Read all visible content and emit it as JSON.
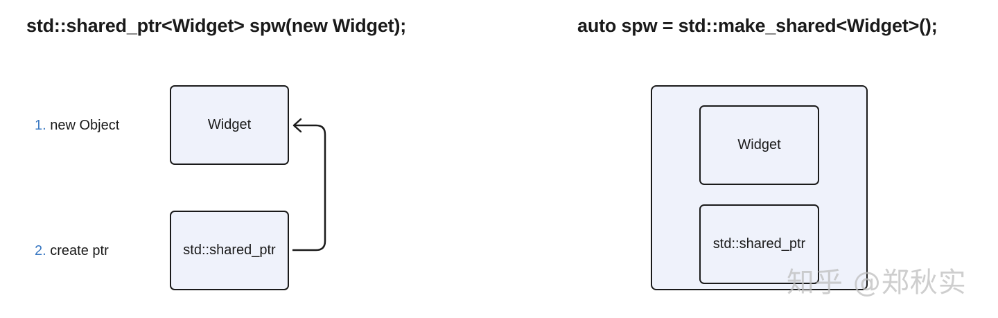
{
  "left_panel": {
    "title": "std::shared_ptr<Widget> spw(new Widget);",
    "steps": [
      {
        "num": "1.",
        "label": "new Object"
      },
      {
        "num": "2.",
        "label": "create ptr"
      }
    ],
    "boxes": {
      "widget": "Widget",
      "shared_ptr": "std::shared_ptr"
    }
  },
  "right_panel": {
    "title": "auto spw = std::make_shared<Widget>();",
    "boxes": {
      "widget": "Widget",
      "shared_ptr": "std::shared_ptr"
    }
  },
  "watermark": "知乎 @郑秋实",
  "colors": {
    "box_fill": "#eff2fb",
    "border": "#1a1a1a",
    "step_number": "#3a78c2",
    "watermark": "#bebebe"
  }
}
